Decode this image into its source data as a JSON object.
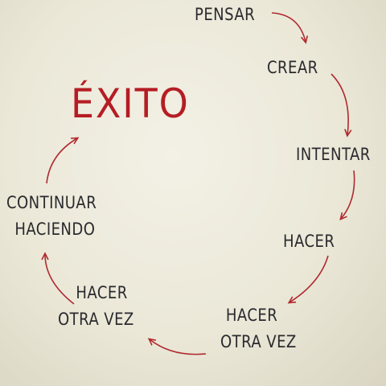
{
  "diagram": {
    "title": "ÉXITO",
    "steps": [
      "PENSAR",
      "CREAR",
      "INTENTAR",
      "HACER",
      "HACER OTRA VEZ",
      "HACER OTRA VEZ",
      "CONTINUAR HACIENDO"
    ],
    "step_lines": {
      "hacer_otra_vez_1": [
        "HACER",
        "OTRA VEZ"
      ],
      "hacer_otra_vez_2": [
        "HACER",
        "OTRA VEZ"
      ],
      "continuar_haciendo": [
        "CONTINUAR",
        "HACIENDO"
      ]
    }
  },
  "colors": {
    "title": "#b51d24",
    "text": "#2a2a2e",
    "arrow": "#b02a2e",
    "background": "#efecdf"
  }
}
